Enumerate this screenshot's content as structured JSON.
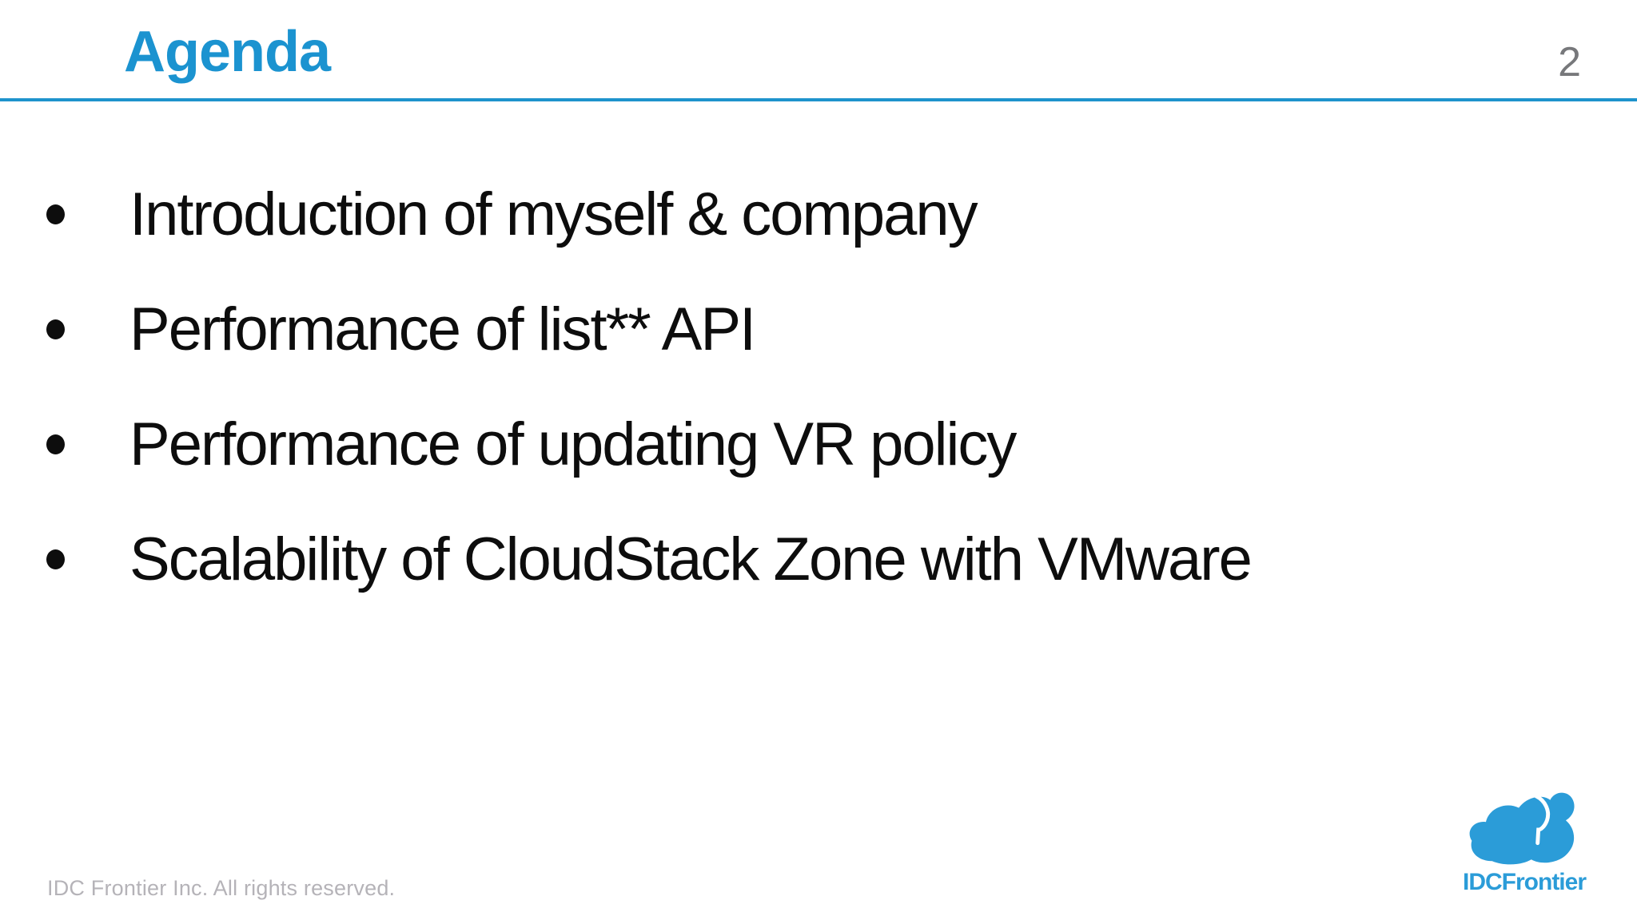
{
  "slide": {
    "title": "Agenda",
    "page_number": "2",
    "bullets": [
      "Introduction of myself & company",
      "Performance of list** API",
      "Performance of updating VR policy",
      "Scalability of CloudStack Zone with VMware"
    ],
    "footer": "IDC Frontier Inc. All rights reserved.",
    "logo_text": "IDCFrontier",
    "icons": {
      "bullet_dot": "bullet-dot-icon",
      "logo_cloud": "cloud-logo-icon"
    },
    "colors": {
      "title_blue": "#1b93d0",
      "rule_blue": "#1e93cc",
      "page_number_gray": "#77787b",
      "body_text": "#0d0d0d",
      "footer_gray": "#b5b3b8",
      "logo_blue": "#2b9cd8",
      "background": "#ffffff"
    }
  }
}
